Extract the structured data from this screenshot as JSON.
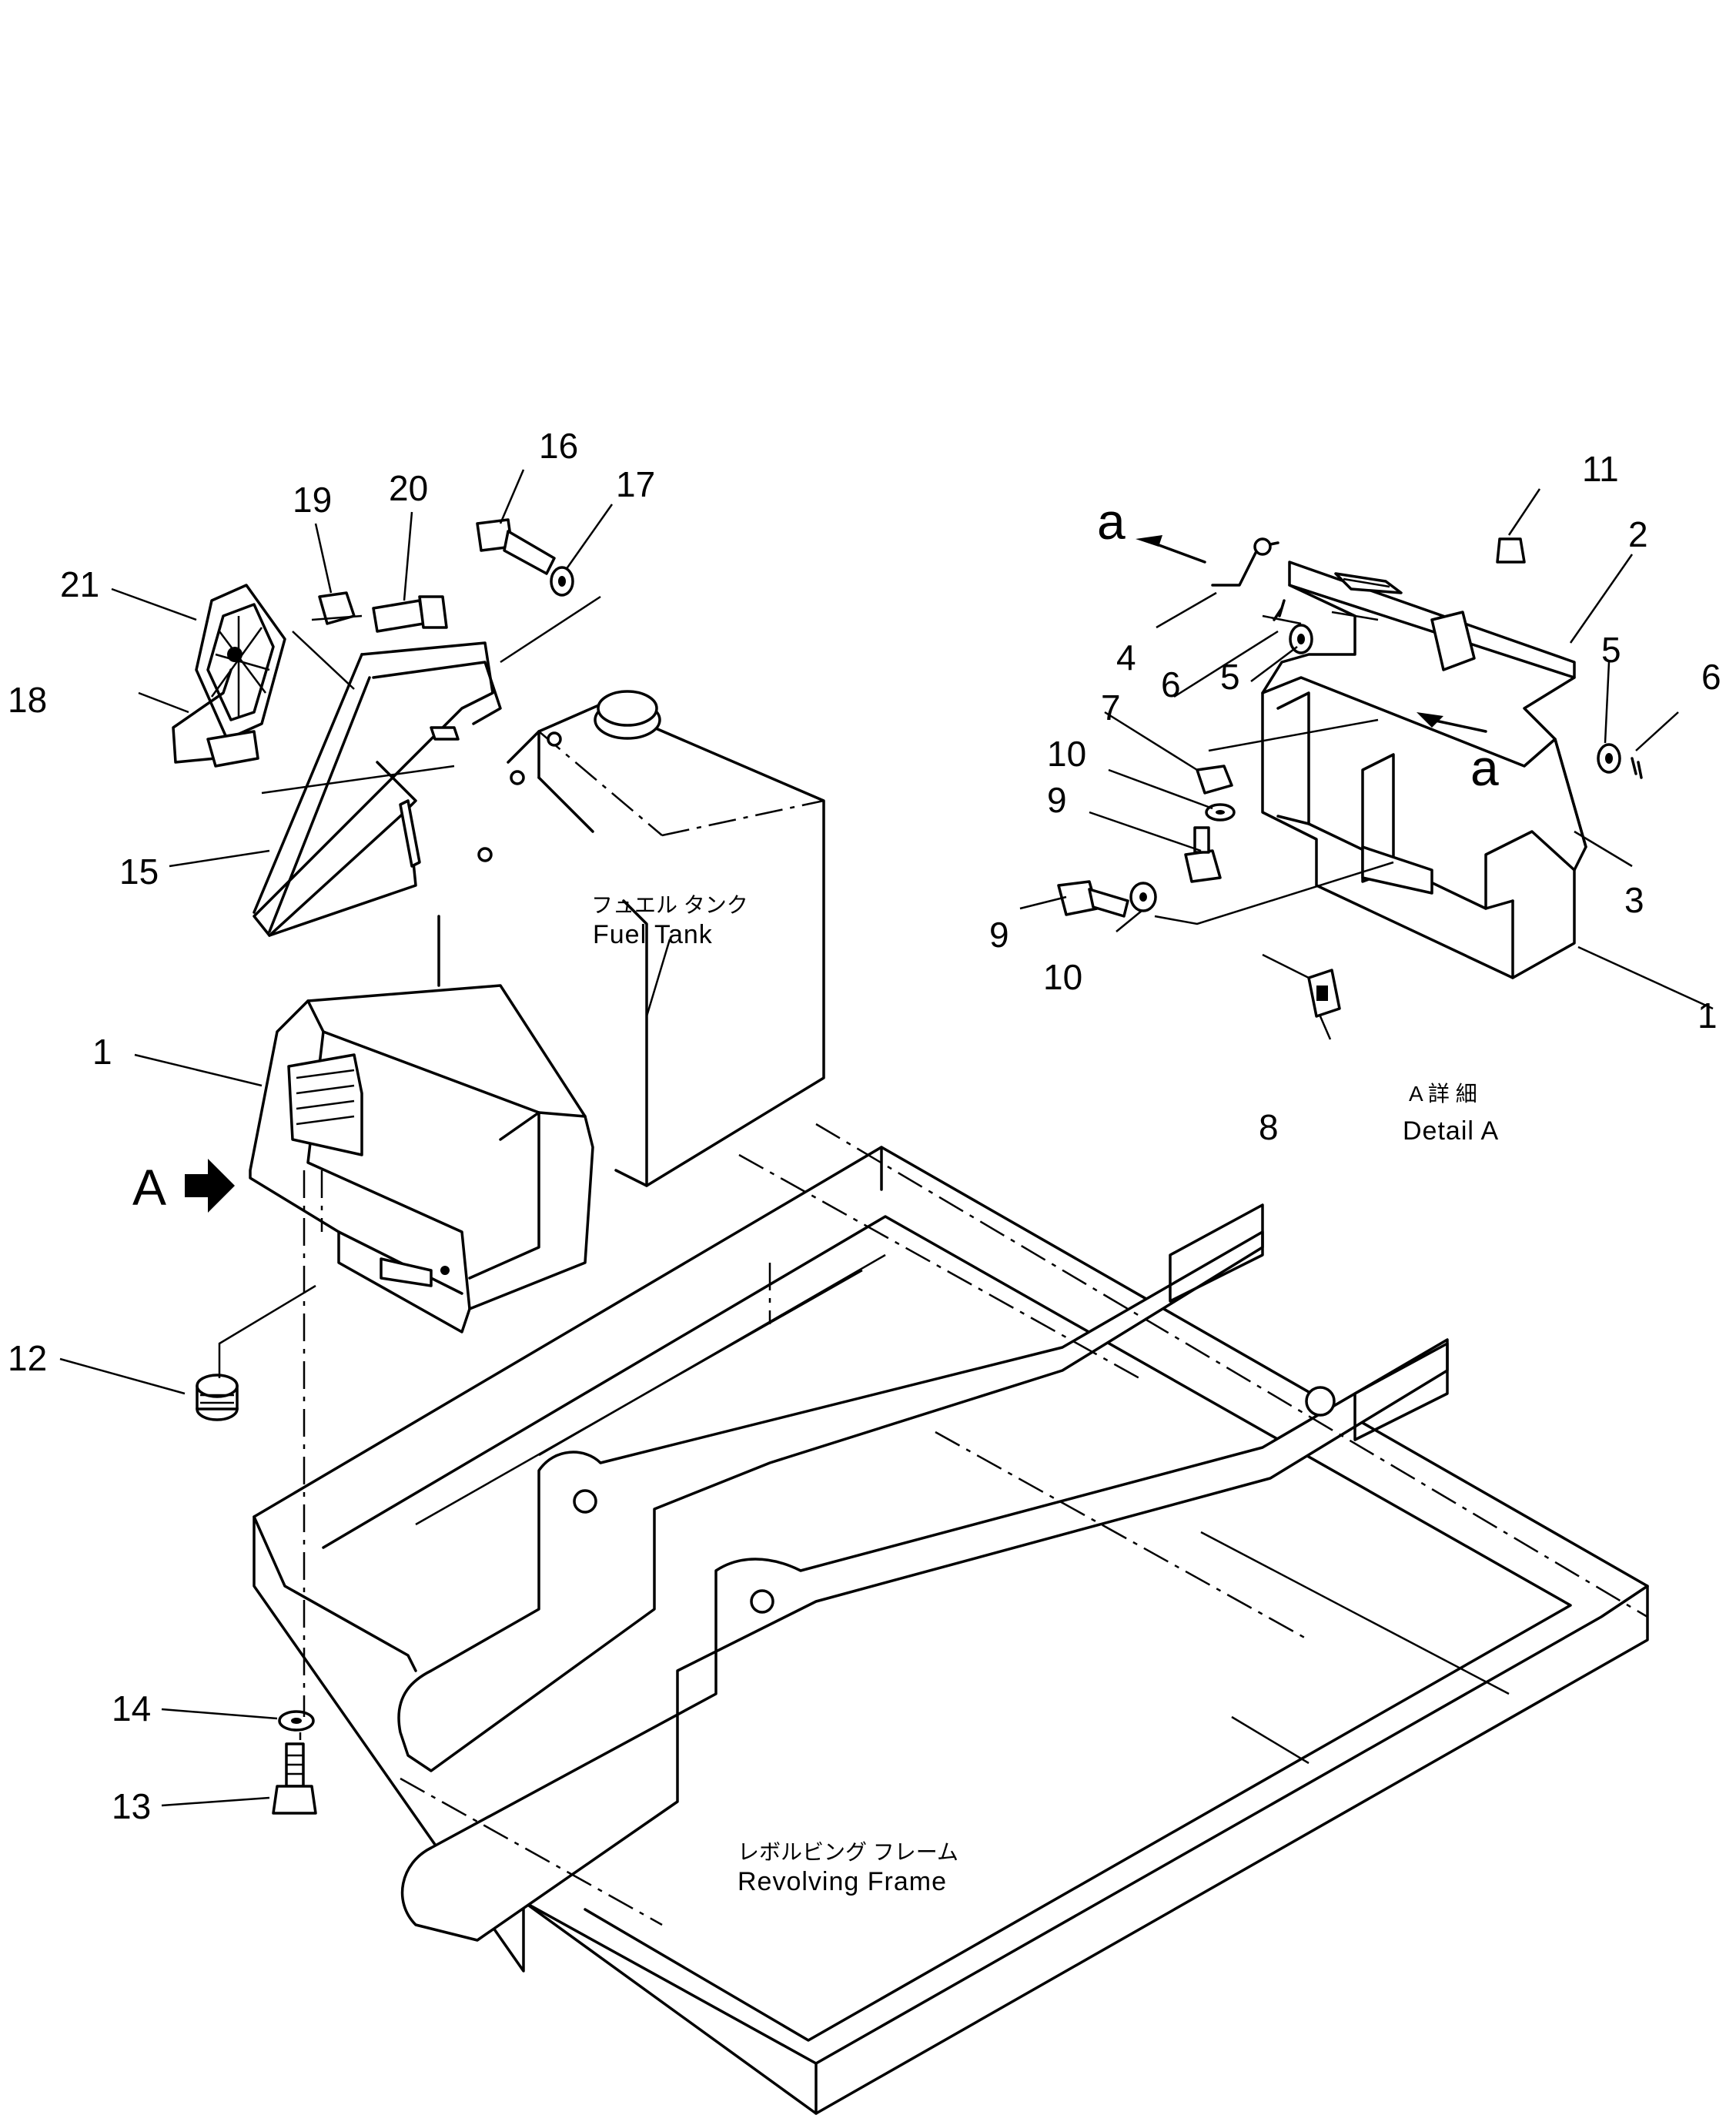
{
  "callouts": {
    "c1_main": "1",
    "c12": "12",
    "c14": "14",
    "c13": "13",
    "c15": "15",
    "c16": "16",
    "c17": "17",
    "c18": "18",
    "c19": "19",
    "c20": "20",
    "c21": "21",
    "d1": "1",
    "d2": "2",
    "d3": "3",
    "d4": "4",
    "d5a": "5",
    "d5b": "5",
    "d6a": "6",
    "d6b": "6",
    "d7": "7",
    "d8": "8",
    "d9a": "9",
    "d9b": "9",
    "d10a": "10",
    "d10b": "10",
    "d11": "11"
  },
  "markers": {
    "view_a": "A",
    "arrow_a_top": "a",
    "arrow_a_mid": "a"
  },
  "captions": {
    "fuel_tank_jp": "フュエル タンク",
    "fuel_tank_en": "Fuel Tank",
    "detail_jp": "A 詳 細",
    "detail_en": "Detail A",
    "frame_jp": "レボルビング フレーム",
    "frame_en": "Revolving Frame"
  }
}
